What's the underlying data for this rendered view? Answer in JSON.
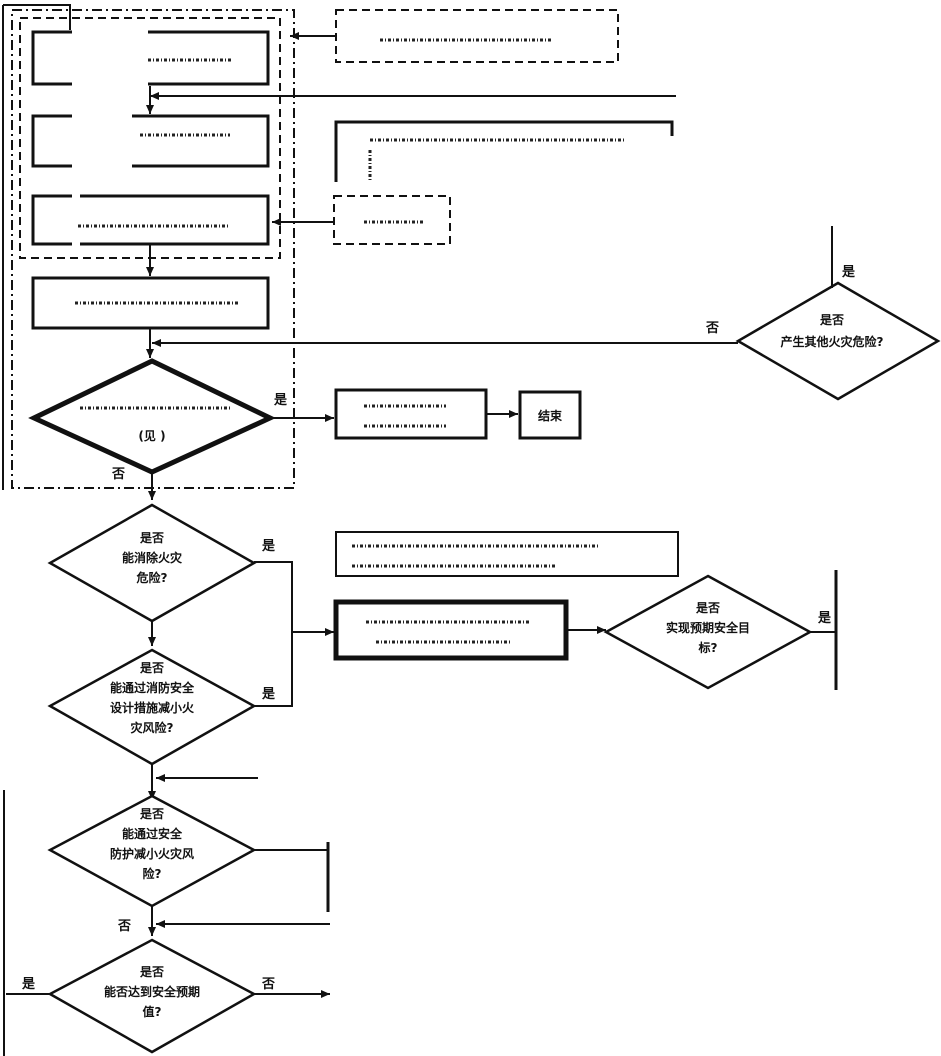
{
  "labels": {
    "yes": "是",
    "no": "否",
    "end": "结束"
  },
  "diamonds": {
    "right_top": [
      "是否",
      "产生其他火灾危险?"
    ],
    "main_first": [
      "(见 )"
    ],
    "d3": [
      "是否",
      "能消除火灾",
      "危险?"
    ],
    "d4": [
      "是否",
      "能通过消防安全",
      "设计措施减小火",
      "灾风险?"
    ],
    "d5": [
      "是否",
      "能通过安全",
      "防护减小火灾风",
      "险?"
    ],
    "d6": [
      "是否",
      "能否达到安全预期",
      "值?"
    ],
    "right_mid": [
      "是否",
      "实现预期安全目",
      "标?"
    ]
  }
}
